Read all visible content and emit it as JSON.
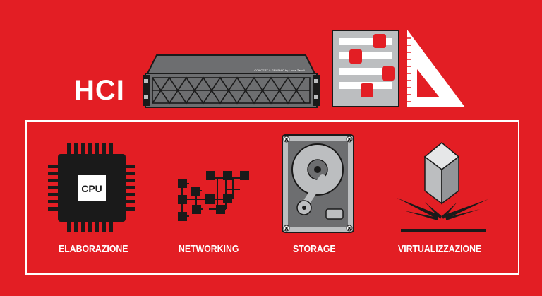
{
  "header": {
    "title": "HCI",
    "server_label": "CONCEPT & GRAPHIC by Laura Zanoli"
  },
  "components": [
    {
      "label": "ELABORAZIONE",
      "icon": "cpu-chip-icon",
      "chip_text": "CPU"
    },
    {
      "label": "NETWORKING",
      "icon": "network-tree-icon"
    },
    {
      "label": "STORAGE",
      "icon": "hard-disk-icon"
    },
    {
      "label": "VIRTUALIZZAZIONE",
      "icon": "floating-cube-icon"
    }
  ],
  "colors": {
    "background": "#e31e24",
    "icon_dark": "#1a1a1a",
    "server_gray": "#6d6e70",
    "light_gray": "#bcbec0",
    "white": "#ffffff"
  }
}
